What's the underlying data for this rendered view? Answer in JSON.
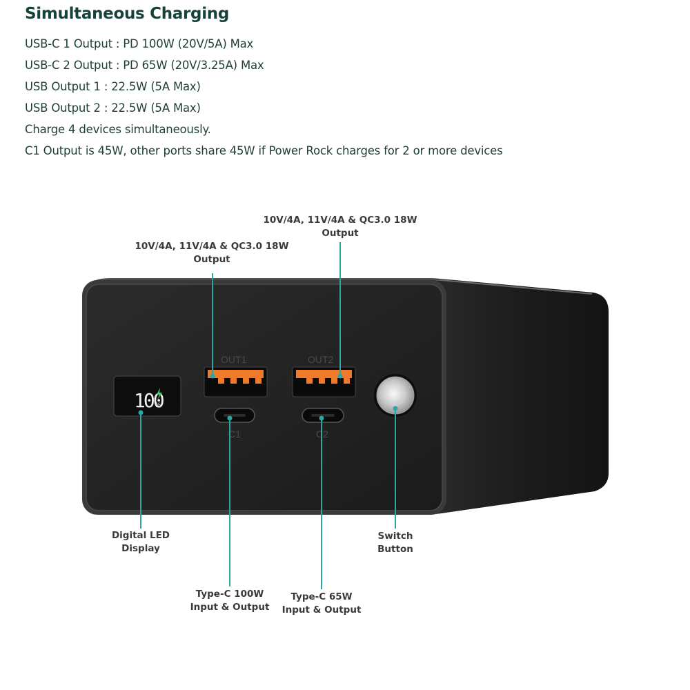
{
  "heading": "Simultaneous Charging",
  "specs": [
    "USB-C 1 Output : PD 100W (20V/5A) Max",
    "USB-C 2 Output : PD 65W (20V/3.25A) Max",
    "USB Output 1 : 22.5W (5A Max)",
    "USB Output 2 : 22.5W (5A Max)",
    "Charge 4 devices simultaneously.",
    "C1 Output is 45W, other ports share 45W if Power Rock charges for 2 or more devices"
  ],
  "device": {
    "display_value": "100",
    "display_unit": "%",
    "port_labels": {
      "out1": "OUT1",
      "out2": "OUT2",
      "c1": "C1",
      "c2": "C2"
    }
  },
  "callouts": {
    "out1": {
      "line1": "10V/4A, 11V/4A & QC3.0 18W",
      "line2": "Output"
    },
    "out2": {
      "line1": "10V/4A, 11V/4A & QC3.0 18W",
      "line2": "Output"
    },
    "display": {
      "line1": "Digital LED",
      "line2": "Display"
    },
    "switch": {
      "line1": "Switch",
      "line2": "Button"
    },
    "c1": {
      "line1": "Type-C 100W",
      "line2": "Input & Output"
    },
    "c2": {
      "line1": "Type-C 65W",
      "line2": "Input & Output"
    }
  },
  "colors": {
    "heading": "#17423a",
    "body_text": "#1f3d37",
    "leader_line": "#2aa7a4",
    "usb_port": "#f07a2c",
    "device_body": "#1f1f1f"
  }
}
